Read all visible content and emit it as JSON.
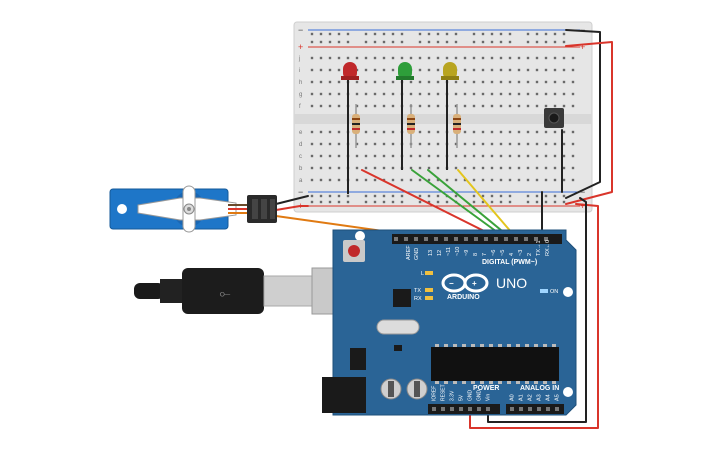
{
  "colors": {
    "board": "#2a6496",
    "board_dark": "#1e4f7a",
    "breadboard": "#e8e8e8",
    "rail_red": "#d9352b",
    "rail_blue": "#3a6fd8",
    "wire_red": "#d9352b",
    "wire_black": "#222222",
    "wire_green": "#3aa23a",
    "wire_yellow": "#e3c51d",
    "wire_orange": "#e07a12",
    "servo_blue": "#1e76c8",
    "led_red": "#c0282a",
    "led_green": "#2e9e3a",
    "led_yellow": "#b8a420"
  },
  "breadboard": {
    "rail_minus": "−",
    "rail_plus": "+",
    "row_letters_top": [
      "j",
      "i",
      "h",
      "g",
      "f"
    ],
    "row_letters_bottom": [
      "e",
      "d",
      "c",
      "b",
      "a"
    ]
  },
  "arduino": {
    "logo": "ARDUINO",
    "model": "UNO",
    "digital_label": "DIGITAL (PWM~)",
    "analog_label": "ANALOG IN",
    "power_label": "POWER",
    "on_label": "ON",
    "l_label": "L",
    "tx_label": "TX",
    "rx_label": "RX",
    "aref": "AREF",
    "gnd": "GND",
    "digital_pins": [
      "13",
      "12",
      "~11",
      "~10",
      "~9",
      "8",
      "7",
      "~6",
      "~5",
      "4",
      "~3",
      "2",
      "TX→1",
      "RX←0"
    ],
    "power_pins": [
      "IOREF",
      "RESET",
      "3.3V",
      "5V",
      "GND",
      "GND",
      "Vin"
    ],
    "analog_pins": [
      "A0",
      "A1",
      "A2",
      "A3",
      "A4",
      "A5"
    ]
  },
  "components": {
    "leds": [
      "red-led",
      "green-led",
      "yellow-led"
    ],
    "icons": [
      "usb-cable-icon",
      "servo-icon",
      "pushbutton-icon",
      "resistor-icon"
    ]
  }
}
